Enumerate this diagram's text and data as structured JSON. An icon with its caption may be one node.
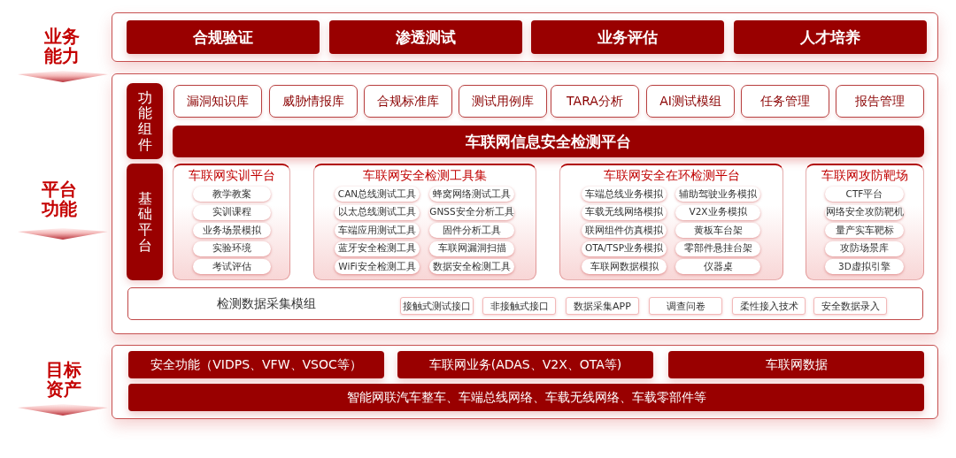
{
  "diagram": {
    "nodes": [
      {
        "text": [
          "业务能力"
        ]
      },
      {
        "text": [
          "合规验证"
        ],
        "in": 0
      },
      {
        "text": [
          "渗透测试"
        ],
        "in": 0
      },
      {
        "text": [
          "业务评估"
        ],
        "in": 0
      },
      {
        "text": [
          "人才培养"
        ],
        "in": 0
      },
      {
        "text": [
          "平台功能"
        ]
      },
      {
        "text": [
          "功能组件"
        ],
        "in": 5
      },
      {
        "text": [
          "漏洞知识库"
        ],
        "in": 5
      },
      {
        "text": [
          "威胁情报库"
        ],
        "in": 5
      },
      {
        "text": [
          "合规标准库"
        ],
        "in": 5
      },
      {
        "text": [
          "测试用例库"
        ],
        "in": 5
      },
      {
        "text": [
          "TARA分析"
        ],
        "in": 5
      },
      {
        "text": [
          "AI测试模组"
        ],
        "in": 5
      },
      {
        "text": [
          "任务管理"
        ],
        "in": 5
      },
      {
        "text": [
          "报告管理"
        ],
        "in": 5
      },
      {
        "text": [
          "车联网信息安全检测平台"
        ],
        "in": 5
      },
      {
        "text": [
          "基础平台"
        ],
        "in": 5
      },
      {
        "text": [
          "车联网实训平台"
        ],
        "in": 5
      },
      {
        "text": [
          "教学教案"
        ],
        "in": 17
      },
      {
        "text": [
          "实训课程"
        ],
        "in": 17
      },
      {
        "text": [
          "业务场景模拟"
        ],
        "in": 17
      },
      {
        "text": [
          "实验环境"
        ],
        "in": 17
      },
      {
        "text": [
          "考试评估"
        ],
        "in": 17
      },
      {
        "text": [
          "车联网安全检测工具集"
        ],
        "in": 5
      },
      {
        "text": [
          "CAN总线测试工具"
        ],
        "in": 23
      },
      {
        "text": [
          "蜂窝网络测试工具"
        ],
        "in": 23
      },
      {
        "text": [
          "以太总线测试工具"
        ],
        "in": 23
      },
      {
        "text": [
          "GNSS安全分析工具"
        ],
        "in": 23
      },
      {
        "text": [
          "车端应用测试工具"
        ],
        "in": 23
      },
      {
        "text": [
          "固件分析工具"
        ],
        "in": 23
      },
      {
        "text": [
          "蓝牙安全检测工具"
        ],
        "in": 23
      },
      {
        "text": [
          "车联网漏洞扫描"
        ],
        "in": 23
      },
      {
        "text": [
          "WiFi安全检测工具"
        ],
        "in": 23
      },
      {
        "text": [
          "数据安全检测工具"
        ],
        "in": 23
      },
      {
        "text": [
          "车联网安全在环检测平台"
        ],
        "in": 5
      },
      {
        "text": [
          "车端总线业务模拟"
        ],
        "in": 34
      },
      {
        "text": [
          "辅助驾驶业务模拟"
        ],
        "in": 34
      },
      {
        "text": [
          "车载无线网络模拟"
        ],
        "in": 34
      },
      {
        "text": [
          "V2X业务模拟"
        ],
        "in": 34
      },
      {
        "text": [
          "联网组件仿真模拟"
        ],
        "in": 34
      },
      {
        "text": [
          "黄板车台架"
        ],
        "in": 34
      },
      {
        "text": [
          "OTA/TSP业务模拟"
        ],
        "in": 34
      },
      {
        "text": [
          "零部件悬挂台架"
        ],
        "in": 34
      },
      {
        "text": [
          "车联网数据模拟"
        ],
        "in": 34
      },
      {
        "text": [
          "仪器桌"
        ],
        "in": 34
      },
      {
        "text": [
          "车联网攻防靶场"
        ],
        "in": 5
      },
      {
        "text": [
          "CTF平台"
        ],
        "in": 45
      },
      {
        "text": [
          "网络安全攻防靶机"
        ],
        "in": 45
      },
      {
        "text": [
          "量产实车靶标"
        ],
        "in": 45
      },
      {
        "text": [
          "攻防场景库"
        ],
        "in": 45
      },
      {
        "text": [
          "3D虚拟引擎"
        ],
        "in": 45
      },
      {
        "text": [
          "检测数据采集模组"
        ],
        "in": 5
      },
      {
        "text": [
          "接触式测试接口"
        ],
        "in": 51
      },
      {
        "text": [
          "非接触式接口"
        ],
        "in": 51
      },
      {
        "text": [
          "数据采集APP"
        ],
        "in": 51
      },
      {
        "text": [
          "调查问卷"
        ],
        "in": 51
      },
      {
        "text": [
          "柔性接入技术"
        ],
        "in": 51
      },
      {
        "text": [
          "安全数据录入"
        ],
        "in": 51
      },
      {
        "text": [
          "目标资产"
        ]
      },
      {
        "text": [
          "安全功能（VIDPS、VFW、VSOC等）"
        ],
        "in": 58
      },
      {
        "text": [
          "车联网业务(ADAS、V2X、OTA等)"
        ],
        "in": 58
      },
      {
        "text": [
          "车联网数据"
        ],
        "in": 58
      },
      {
        "text": [
          "智能网联汽车整车、车端总线网络、车载无线网络、车载零部件等"
        ],
        "in": 58
      }
    ]
  }
}
